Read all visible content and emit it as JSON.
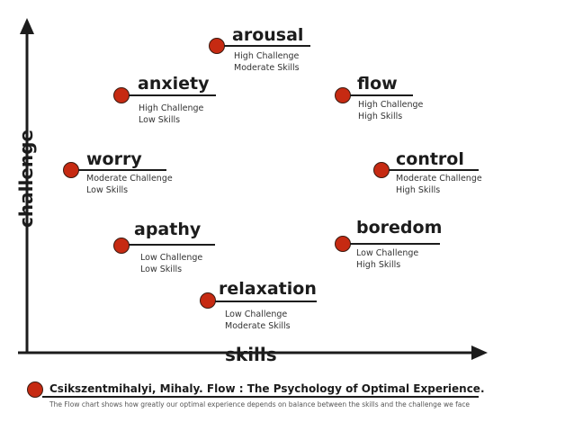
{
  "axes": {
    "x_label": "skills",
    "y_label": "challenge"
  },
  "states": [
    {
      "id": "arousal",
      "title": "arousal",
      "challenge": "High Challenge",
      "skills": "Moderate Skills"
    },
    {
      "id": "anxiety",
      "title": "anxiety",
      "challenge": "High Challenge",
      "skills": "Low Skills"
    },
    {
      "id": "flow",
      "title": "flow",
      "challenge": "High Challenge",
      "skills": "High Skills"
    },
    {
      "id": "worry",
      "title": "worry",
      "challenge": "Moderate Challenge",
      "skills": "Low Skills"
    },
    {
      "id": "control",
      "title": "control",
      "challenge": "Moderate Challenge",
      "skills": "High Skills"
    },
    {
      "id": "apathy",
      "title": "apathy",
      "challenge": "Low Challenge",
      "skills": "Low Skills"
    },
    {
      "id": "boredom",
      "title": "boredom",
      "challenge": "Low Challenge",
      "skills": "High Skills"
    },
    {
      "id": "relaxation",
      "title": "relaxation",
      "challenge": "Low Challenge",
      "skills": "Moderate Skills"
    }
  ],
  "reference": {
    "title": "Csikszentmihalyi, Mihaly. Flow : The Psychology of Optimal Experience.",
    "caption": "The Flow chart shows how greatly our optimal experience depends on balance between the skills and the challenge we face"
  },
  "colors": {
    "dot": "#c62a12",
    "ink": "#1c1c1c"
  }
}
